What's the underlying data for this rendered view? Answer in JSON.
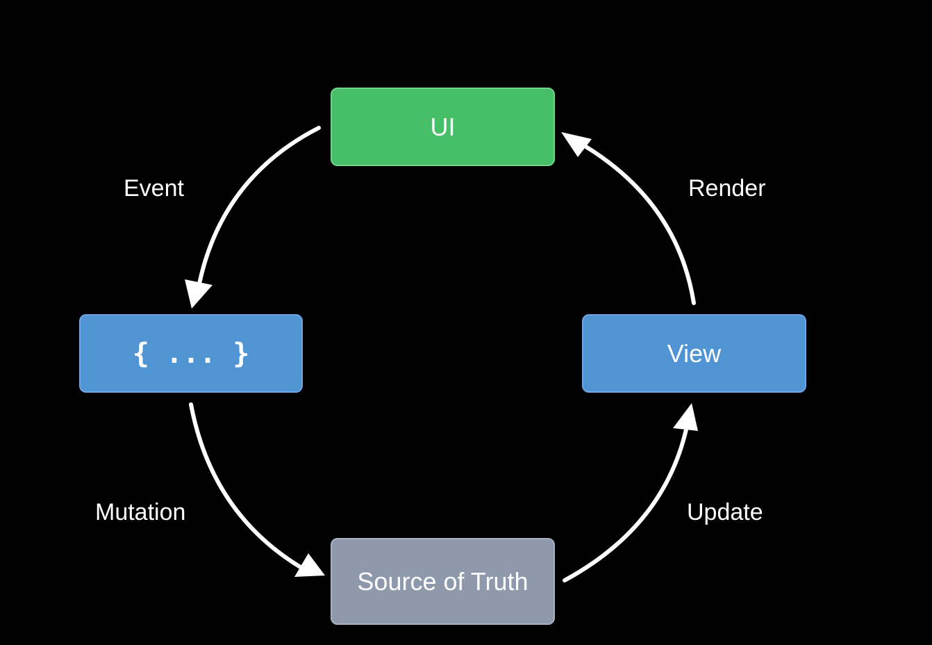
{
  "nodes": {
    "ui": {
      "label": "UI",
      "color": "#47be68"
    },
    "action": {
      "label": "{ ... }",
      "color": "#5094d4"
    },
    "view": {
      "label": "View",
      "color": "#5094d4"
    },
    "source": {
      "label": "Source of Truth",
      "color": "#8e9aab"
    }
  },
  "edges": {
    "event": {
      "label": "Event"
    },
    "render": {
      "label": "Render"
    },
    "mutation": {
      "label": "Mutation"
    },
    "update": {
      "label": "Update"
    }
  },
  "colors": {
    "background": "#000000",
    "arrow": "#ffffff",
    "text": "#ffffff"
  }
}
